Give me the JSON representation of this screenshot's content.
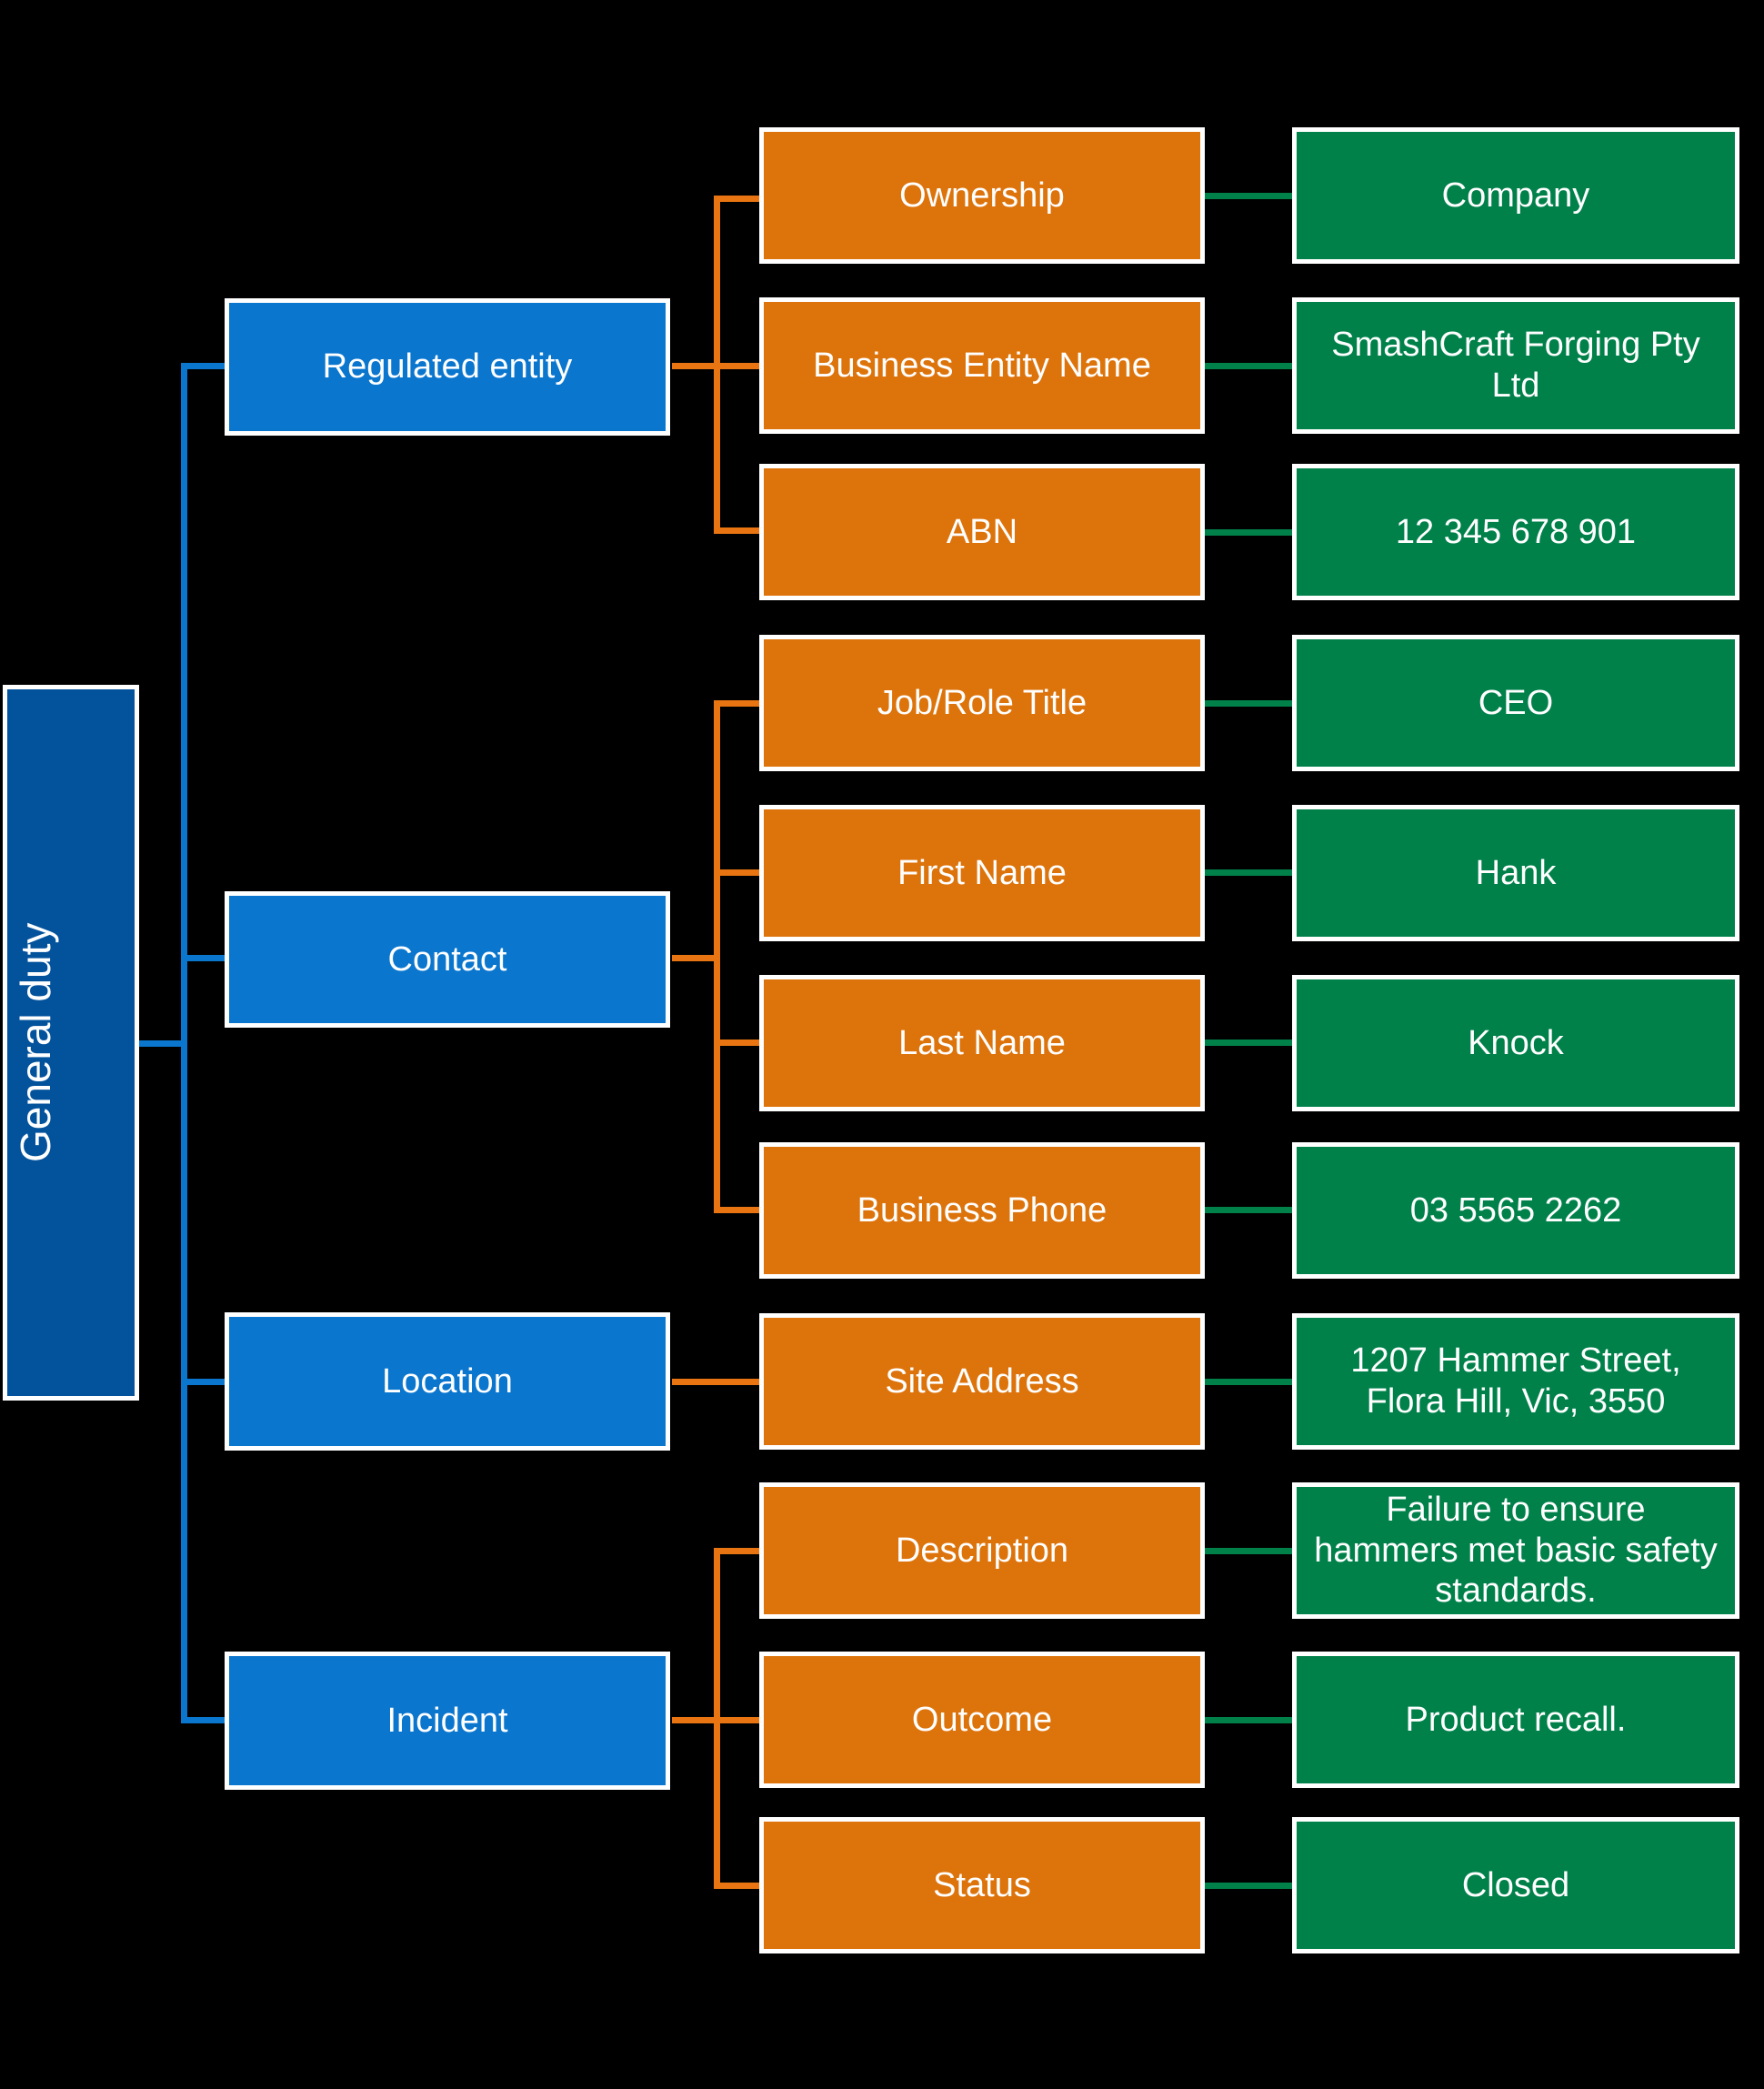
{
  "diagram": {
    "title": "General duty",
    "colors": {
      "background": "#000000",
      "root": "#03529C",
      "category": "#0A76CE",
      "field": "#DD730B",
      "value": "#00814A",
      "border": "#FFFFFF",
      "connector_blue": "#0A76CE",
      "connector_orange": "#E87511",
      "connector_green": "#00814A"
    },
    "root": {
      "label": "General duty"
    },
    "categories": [
      {
        "id": "regulated-entity",
        "label": "Regulated entity"
      },
      {
        "id": "contact",
        "label": "Contact"
      },
      {
        "id": "location",
        "label": "Location"
      },
      {
        "id": "incident",
        "label": "Incident"
      }
    ],
    "fields": [
      {
        "id": "ownership",
        "label": "Ownership",
        "category": "regulated-entity"
      },
      {
        "id": "business-entity-name",
        "label": "Business Entity Name",
        "category": "regulated-entity"
      },
      {
        "id": "abn",
        "label": "ABN",
        "category": "regulated-entity"
      },
      {
        "id": "job-role-title",
        "label": "Job/Role Title",
        "category": "contact"
      },
      {
        "id": "first-name",
        "label": "First Name",
        "category": "contact"
      },
      {
        "id": "last-name",
        "label": "Last Name",
        "category": "contact"
      },
      {
        "id": "business-phone",
        "label": "Business Phone",
        "category": "contact"
      },
      {
        "id": "site-address",
        "label": "Site Address",
        "category": "location"
      },
      {
        "id": "description",
        "label": "Description",
        "category": "incident"
      },
      {
        "id": "outcome",
        "label": "Outcome",
        "category": "incident"
      },
      {
        "id": "status",
        "label": "Status",
        "category": "incident"
      }
    ],
    "values": [
      {
        "id": "ownership-value",
        "label": "Company"
      },
      {
        "id": "business-entity-name-value",
        "label": "SmashCraft Forging Pty Ltd"
      },
      {
        "id": "abn-value",
        "label": "12 345 678 901"
      },
      {
        "id": "job-role-title-value",
        "label": "CEO"
      },
      {
        "id": "first-name-value",
        "label": "Hank"
      },
      {
        "id": "last-name-value",
        "label": "Knock"
      },
      {
        "id": "business-phone-value",
        "label": "03 5565 2262"
      },
      {
        "id": "site-address-value",
        "label": "1207 Hammer Street, Flora Hill, Vic, 3550"
      },
      {
        "id": "description-value",
        "label": "Failure to ensure hammers met basic safety standards."
      },
      {
        "id": "outcome-value",
        "label": "Product recall."
      },
      {
        "id": "status-value",
        "label": "Closed"
      }
    ]
  }
}
